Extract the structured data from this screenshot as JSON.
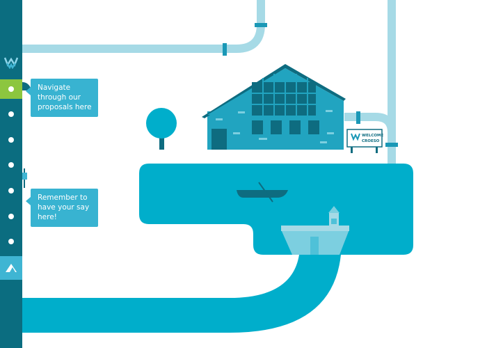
{
  "nav": {
    "logo_icon": "welsh-water-logo-icon",
    "items": [
      {
        "label": "",
        "active": true
      },
      {
        "label": "",
        "active": false
      },
      {
        "label": "",
        "active": false
      },
      {
        "label": "",
        "active": false
      },
      {
        "label": "",
        "active": false
      },
      {
        "label": "",
        "active": false
      },
      {
        "label": "",
        "active": false
      }
    ],
    "bottom_icon": "mountain-icon"
  },
  "tooltips": {
    "navigate": "Navigate through our proposals here",
    "say": "Remember to have your say here!"
  },
  "sign": {
    "line1": "WELCOME",
    "line2": "CROESO"
  },
  "colors": {
    "sidebar": "#0b6d80",
    "active": "#8cc63f",
    "water": "#00aecb",
    "pipe": "#a6dae6",
    "building": "#21a4c0",
    "roof": "#0e6c80",
    "tooltip": "#38b3d1"
  }
}
